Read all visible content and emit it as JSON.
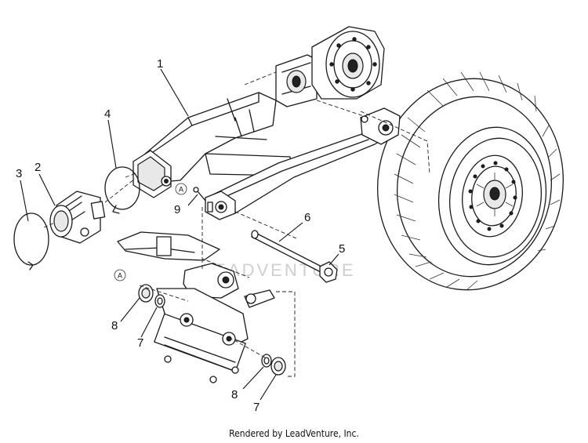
{
  "callouts": {
    "c1": "1",
    "c2": "2",
    "c3": "3",
    "c4": "4",
    "c5": "5",
    "c6": "6",
    "c7a": "7",
    "c7b": "7",
    "c8a": "8",
    "c8b": "8",
    "c9": "9"
  },
  "markers": {
    "a1": "A",
    "a2": "A"
  },
  "watermark": "LEADVENTURE",
  "footer": "Rendered by LeadVenture, Inc."
}
